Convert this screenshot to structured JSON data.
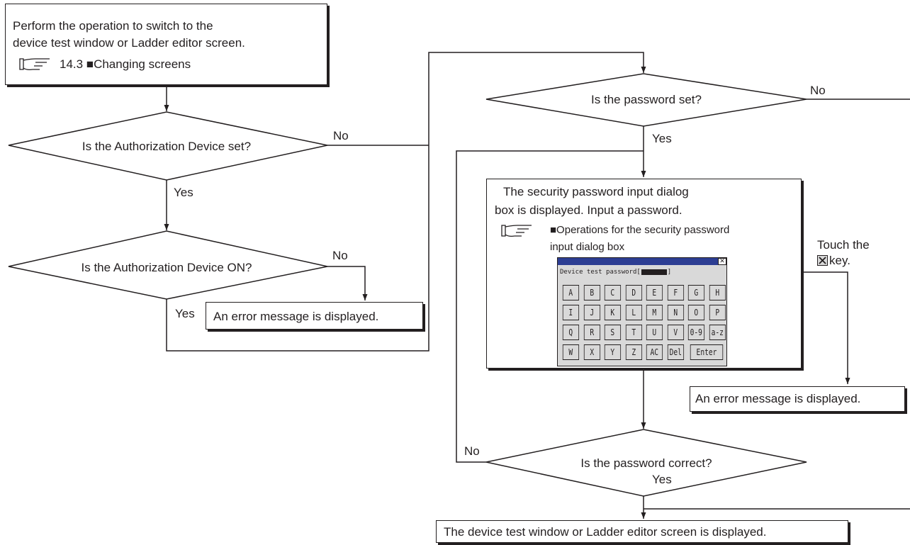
{
  "start": {
    "line1": "Perform the operation to switch to the",
    "line2": "device test window or Ladder editor screen.",
    "reference": "14.3 ■Changing screens",
    "reference_icon": "pointing-hand-icon"
  },
  "decisions": {
    "auth_set": "Is the Authorization Device set?",
    "auth_on": "Is the Authorization Device ON?",
    "password_set": "Is the password set?",
    "password_correct": "Is the password correct?"
  },
  "branch_labels": {
    "no_auth_set": "No",
    "yes_auth_set": "Yes",
    "no_auth_on": "No",
    "yes_auth_on": "Yes",
    "no_password_set": "No",
    "yes_password_set": "Yes",
    "no_password_correct": "No",
    "yes_password_correct": "Yes"
  },
  "error_box_left": "An error message is displayed.",
  "error_box_right": "An error message is displayed.",
  "dialog_box": {
    "line1": "The security password input dialog",
    "line2": "box is displayed. Input a password.",
    "reference_line1": "■Operations for the security password",
    "reference_line2": "input dialog box",
    "reference_icon": "pointing-hand-icon"
  },
  "touch_note": {
    "line1": "Touch the",
    "line2": "key.",
    "icon": "close-key-icon"
  },
  "keypad_dialog": {
    "prompt_label": "Device test password[",
    "prompt_end": "]",
    "title_bar_color": "#2d3e93",
    "keys": [
      [
        "A",
        "B",
        "C",
        "D",
        "E",
        "F",
        "G",
        "H"
      ],
      [
        "I",
        "J",
        "K",
        "L",
        "M",
        "N",
        "O",
        "P"
      ],
      [
        "Q",
        "R",
        "S",
        "T",
        "U",
        "V",
        "0-9",
        "a-z"
      ],
      [
        "W",
        "X",
        "Y",
        "Z",
        "AC",
        "Del",
        "Enter"
      ]
    ]
  },
  "end_box": "The device test window or Ladder editor screen is displayed."
}
